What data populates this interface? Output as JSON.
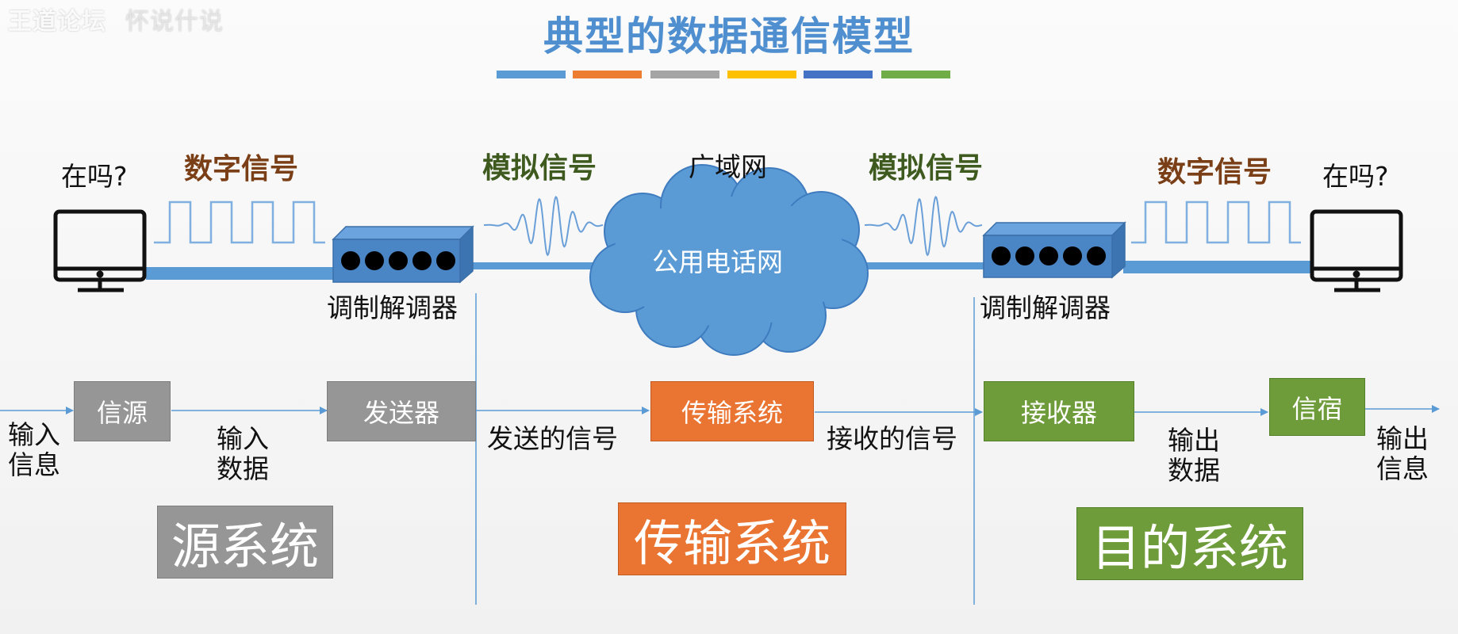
{
  "watermark": {
    "brand": "王道论坛",
    "faint": "怀说什说"
  },
  "title": "典型的数据通信模型",
  "colors": {
    "title": "#4f8fd0",
    "stripes": [
      "#5b9bd5",
      "#ed7d31",
      "#a5a5a5",
      "#ffc000",
      "#4472c4",
      "#70ad47"
    ],
    "link": "#5b9bd5",
    "modem": "#4a86c5",
    "cloud": "#5b9bd5",
    "gray": "#969696",
    "orange": "#ea7431",
    "green": "#6f9c3b"
  },
  "top": {
    "left_question": "在吗?",
    "right_question": "在吗?",
    "left_digital": "数字信号",
    "left_analog": "模拟信号",
    "wan": "广域网",
    "right_analog": "模拟信号",
    "right_digital": "数字信号",
    "cloud_label": "公用电话网",
    "left_modem": "调制解调器",
    "right_modem": "调制解调器"
  },
  "flow": {
    "input_info": "输入\n信息",
    "source": "信源",
    "input_data": "输入\n数据",
    "transmitter": "发送器",
    "sent_signal": "发送的信号",
    "transmission": "传输系统",
    "received_signal": "接收的信号",
    "receiver": "接收器",
    "output_data": "输出\n数据",
    "destination": "信宿",
    "output_info": "输出\n信息"
  },
  "systems": {
    "source": "源系统",
    "transmission": "传输系统",
    "destination": "目的系统"
  }
}
